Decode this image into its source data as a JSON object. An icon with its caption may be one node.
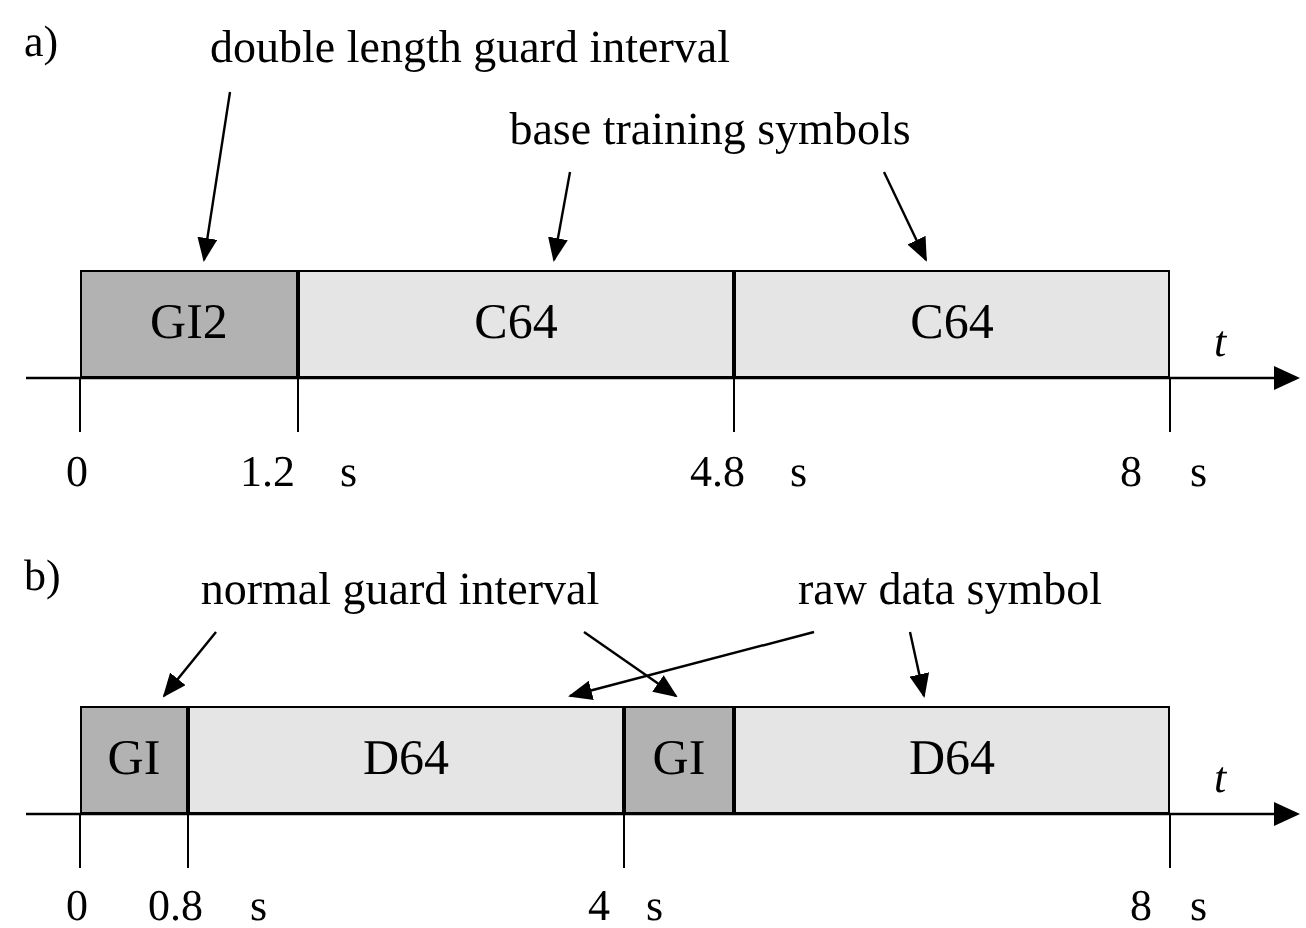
{
  "diagram": {
    "nodes": [
      {
        "text": [
          "double length guard interval"
        ]
      },
      {
        "text": [
          "base training symbols"
        ]
      },
      {
        "text": [
          "GI2"
        ]
      },
      {
        "text": [
          "C64"
        ]
      },
      {
        "text": [
          "C64"
        ]
      },
      {
        "text": [
          "normal guard interval"
        ]
      },
      {
        "text": [
          "raw data symbol"
        ]
      },
      {
        "text": [
          "GI"
        ]
      },
      {
        "text": [
          "D64"
        ]
      },
      {
        "text": [
          "GI"
        ]
      },
      {
        "text": [
          "D64"
        ]
      }
    ],
    "edges": [
      {
        "from": 0,
        "to": 2,
        "arrow": "to"
      },
      {
        "from": 1,
        "to": 3,
        "arrow": "to"
      },
      {
        "from": 1,
        "to": 4,
        "arrow": "to"
      },
      {
        "from": 5,
        "to": 7,
        "arrow": "to"
      },
      {
        "from": 5,
        "to": 9,
        "arrow": "to"
      },
      {
        "from": 6,
        "to": 8,
        "arrow": "to"
      },
      {
        "from": 6,
        "to": 10,
        "arrow": "to"
      }
    ],
    "labels": [
      "a)",
      "t",
      "0",
      "1.2",
      "s",
      "4.8",
      "s",
      "8",
      "s",
      "b)",
      "t",
      "0",
      "0.8",
      "s",
      "4",
      "s",
      "8",
      "s"
    ]
  }
}
